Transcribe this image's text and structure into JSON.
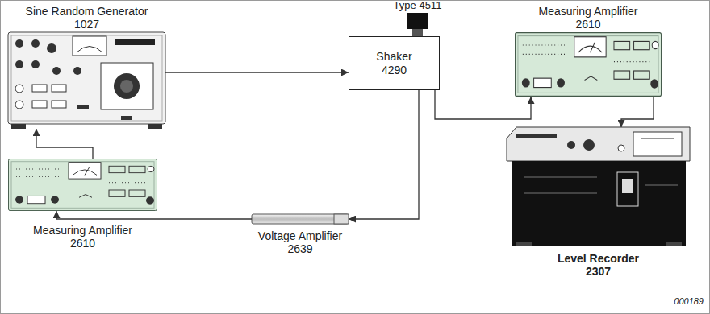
{
  "diagram": {
    "nodes": [
      {
        "text": [
          "Sine Random Generator 1027"
        ]
      },
      {
        "text": [
          "Shaker 4290"
        ]
      },
      {
        "text": [
          "Measuring Amplifier 2610"
        ]
      },
      {
        "text": [
          "Level Recorder 2307"
        ]
      },
      {
        "text": [
          "Measuring Amplifier 2610"
        ]
      },
      {
        "text": [
          "Voltage Amplifier 2639"
        ]
      }
    ],
    "edges": [
      {
        "from": 0,
        "to": 1,
        "arrow": "to"
      },
      {
        "from": 1,
        "to": 2,
        "arrow": "to"
      },
      {
        "from": 2,
        "to": 3,
        "arrow": "to"
      },
      {
        "from": 1,
        "to": 5,
        "arrow": "to"
      },
      {
        "from": 5,
        "to": 4,
        "arrow": "to"
      },
      {
        "from": 4,
        "to": 0,
        "arrow": "to"
      }
    ],
    "labels": [
      "Type 4511",
      "000189"
    ]
  }
}
